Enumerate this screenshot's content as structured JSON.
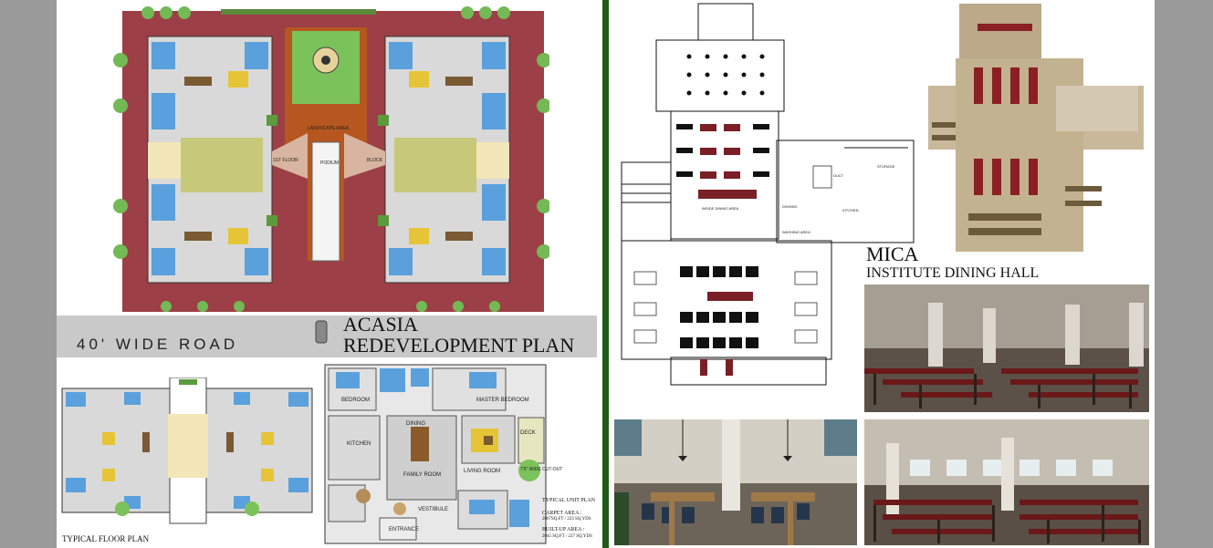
{
  "left_panel": {
    "road_label": "40' WIDE ROAD",
    "title_line1": "ACASIA",
    "title_line2": "REDEVELOPMENT PLAN",
    "typical_floor_plan_label": "TYPICAL FLOOR PLAN",
    "typical_unit": {
      "heading": "TYPICAL UNIT PLAN",
      "carpet_area_label": "CARPET AREA :",
      "carpet_area_value": "2007SQ.FT / 223 SQ.YDS",
      "built_up_area_label": "BUILT-UP AREA :",
      "built_up_area_value": "2045 SQ.FT / 227 SQ.YDS"
    },
    "site_plan_labels": {
      "landscape": "LANDSCAPE AREA",
      "podium": "PODIUM",
      "first_floor": "1ST FLOOR",
      "block": "BLOCK"
    },
    "unit_room_labels": {
      "bedroom": "BEDROOM",
      "master_bedroom": "MASTER BEDROOM",
      "kitchen": "KITCHEN",
      "dining": "DINING",
      "family_room": "FAMILY ROOM",
      "living_room": "LIVING ROOM",
      "vestibule": "VESTIBULE",
      "entrance": "ENTRANCE",
      "deck": "DECK",
      "wide_cut_out": "7'6\" WIDE CUT-OUT"
    }
  },
  "right_panel": {
    "title_line1": "MICA",
    "title_line2": "INSTITUTE DINING HALL",
    "plan_labels": {
      "inside_dining": "INSIDE DINING AREA",
      "kitchen": "KITCHEN",
      "storage": "STORAGE",
      "duct": "DUCT",
      "dishing": "DISHING",
      "washing": "WASHING AREA"
    }
  },
  "colors": {
    "divider": "#1e5b16",
    "site_paving": "#9c3f46",
    "grass": "#7cc25a",
    "room_blue": "#5aa0dc",
    "room_yellow": "#e6c437",
    "table_red": "#7a1f26",
    "background": "#9a9a9a"
  }
}
